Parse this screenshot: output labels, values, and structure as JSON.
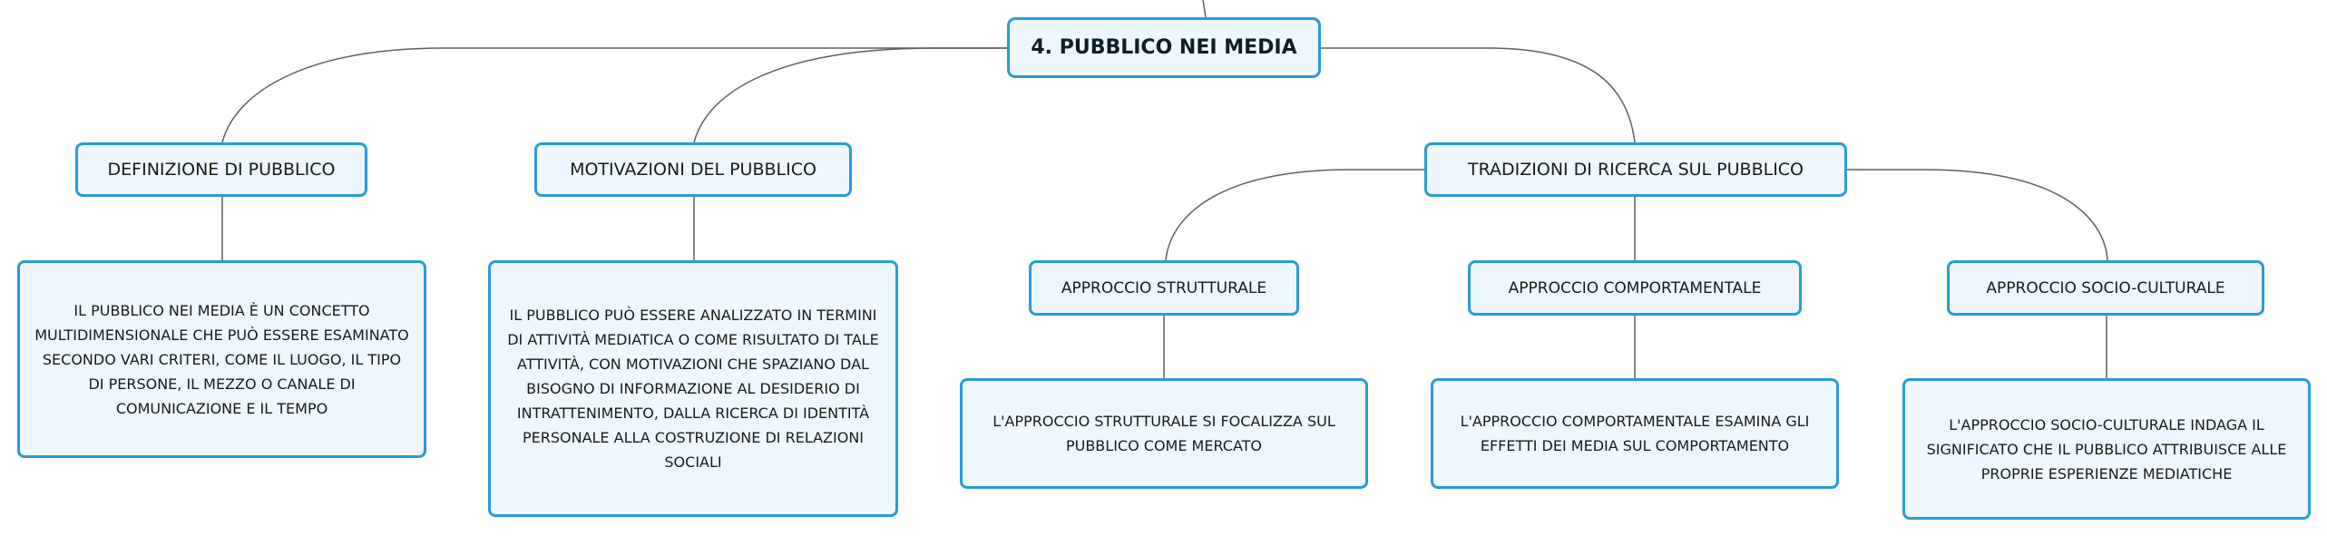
{
  "diagram": {
    "root": "4. PUBBLICO NEI MEDIA",
    "branches": {
      "definizione": {
        "label": "DEFINIZIONE DI PUBBLICO",
        "note": "IL PUBBLICO NEI MEDIA È UN CONCETTO MULTIDIMENSIONALE CHE PUÒ ESSERE ESAMINATO SECONDO VARI CRITERI, COME IL LUOGO, IL TIPO DI PERSONE, IL MEZZO O CANALE DI COMUNICAZIONE E IL TEMPO"
      },
      "motivazioni": {
        "label": "MOTIVAZIONI DEL PUBBLICO",
        "note": "IL PUBBLICO PUÒ ESSERE ANALIZZATO IN TERMINI DI ATTIVITÀ MEDIATICA O COME RISULTATO DI TALE ATTIVITÀ, CON MOTIVAZIONI CHE SPAZIANO DAL BISOGNO DI INFORMAZIONE AL DESIDERIO DI INTRATTENIMENTO, DALLA RICERCA DI IDENTITÀ PERSONALE ALLA COSTRUZIONE DI RELAZIONI SOCIALI"
      },
      "tradizioni": {
        "label": "TRADIZIONI DI RICERCA SUL PUBBLICO",
        "children": {
          "strutturale": {
            "label": "APPROCCIO STRUTTURALE",
            "note": "L'APPROCCIO STRUTTURALE SI FOCALIZZA SUL PUBBLICO COME MERCATO"
          },
          "comportamentale": {
            "label": "APPROCCIO COMPORTAMENTALE",
            "note": "L'APPROCCIO COMPORTAMENTALE ESAMINA GLI EFFETTI DEI MEDIA SUL COMPORTAMENTO"
          },
          "socioculturale": {
            "label": "APPROCCIO SOCIO-CULTURALE",
            "note": "L'APPROCCIO SOCIO-CULTURALE INDAGA IL SIGNIFICATO CHE IL PUBBLICO ATTRIBUISCE ALLE PROPRIE ESPERIENZE MEDIATICHE"
          }
        }
      }
    }
  },
  "colors": {
    "node_border": "#2b9ad8",
    "node_fill": "#eef7fd",
    "connector": "#5e5e5e"
  }
}
